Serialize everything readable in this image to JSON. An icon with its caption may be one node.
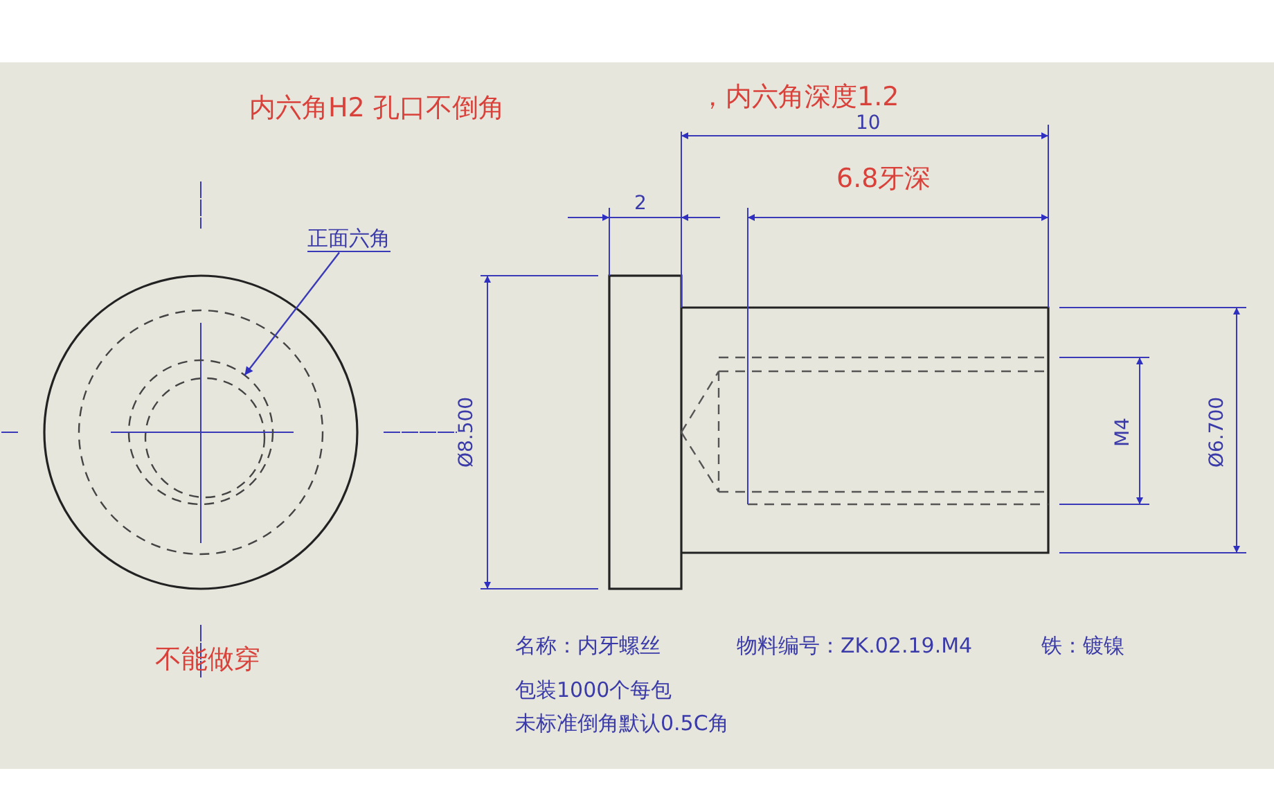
{
  "diagram": {
    "nodes": [
      {
        "text": [
          "正面六角"
        ]
      },
      {
        "text": [],
        "shape": "circle"
      }
    ],
    "edges": [
      {
        "from": 0,
        "to": 1,
        "arrow": "to"
      }
    ],
    "labels": [
      "内六角H2 孔口不倒角",
      "，内六角深度1.2",
      "10",
      "6.8牙深",
      "2",
      "Ø8.500",
      "M4",
      "Ø6.700",
      "不能做穿",
      "名称：内牙螺丝",
      "物料编号：ZK.02.19.M4",
      "铁：镀镍",
      "包装1000个每包",
      "未标准倒角默认0.5C角"
    ]
  }
}
